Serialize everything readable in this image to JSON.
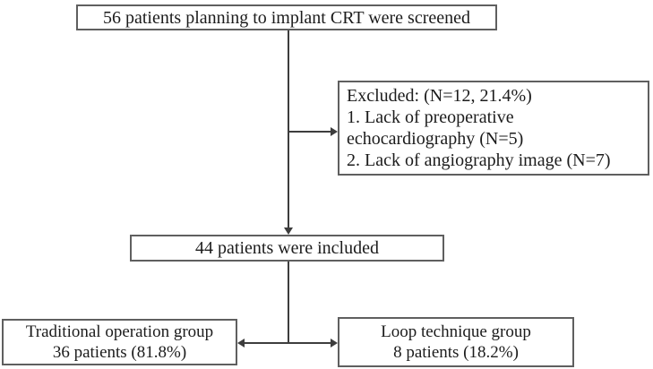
{
  "figure": {
    "type": "patient-flow-diagram",
    "background_color": "#ffffff",
    "box_border_color": "#5f5f5f",
    "connector_color": "#3d3d3d",
    "text_color": "#1c1c1c",
    "boxes": {
      "screened": {
        "text": "56 patients planning to implant CRT were screened"
      },
      "excluded": {
        "lines": [
          "Excluded: (N=12, 21.4%)",
          "1. Lack of preoperative",
          "echocardiography (N=5)",
          "2. Lack of angiography image (N=7)"
        ]
      },
      "included": {
        "text": "44 patients were included"
      },
      "traditional": {
        "lines": [
          "Traditional operation  group",
          "36 patients (81.8%)"
        ]
      },
      "loop": {
        "lines": [
          "Loop technique group",
          "8 patients (18.2%)"
        ]
      }
    }
  }
}
